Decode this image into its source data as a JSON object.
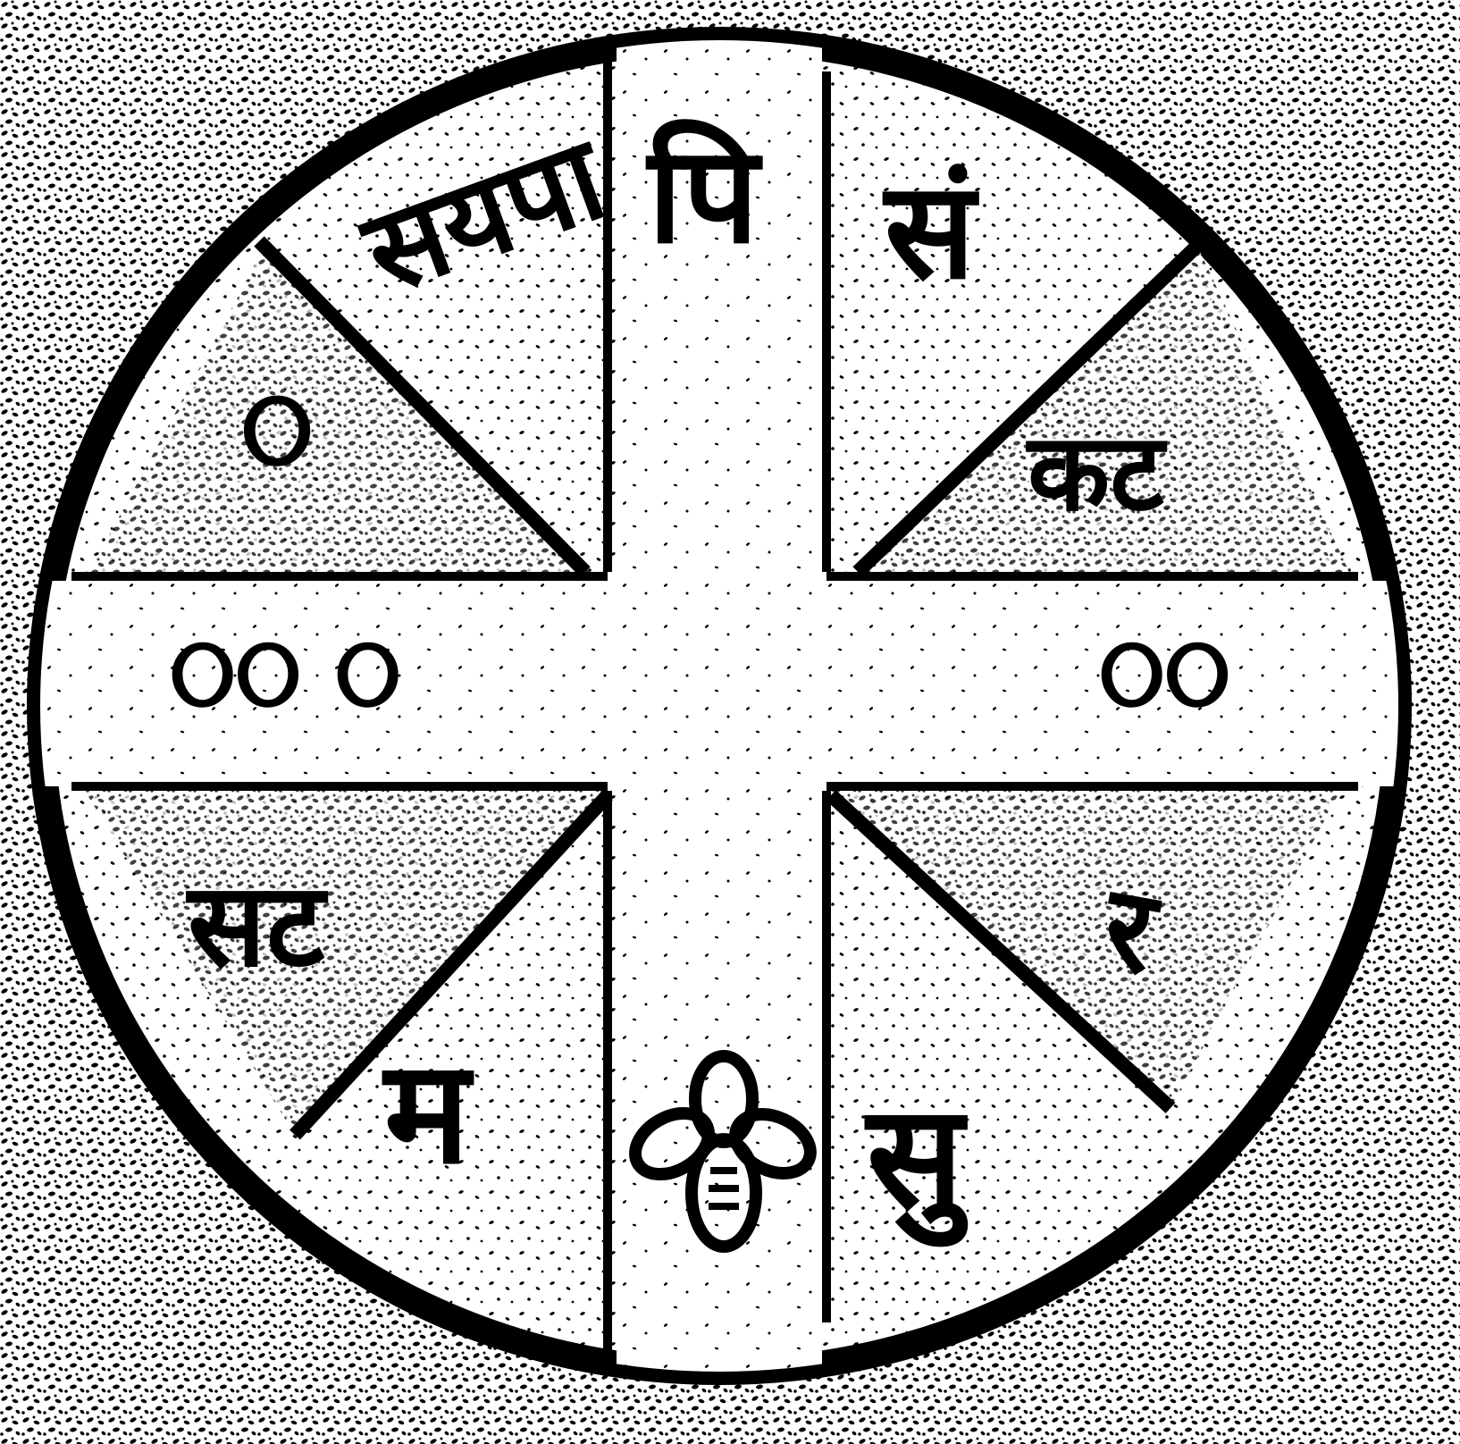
{
  "image": {
    "subject": "coin-rubbing",
    "colors": {
      "ink": "#000000",
      "paper": "#ffffff"
    }
  },
  "legend_glyphs": {
    "top_left_upper": "सयपा",
    "top_left_lower": "ଠ",
    "top_center": "पि",
    "top_right_upper": "सं",
    "top_right_lower": "कट",
    "left_middle": "ଠଠ ଠ",
    "right_middle": "ଠଠ",
    "bottom_left_upper": "सट",
    "bottom_left_lower": "म",
    "bottom_center_symbol": "quatrefoil",
    "bottom_right_upper": "र",
    "bottom_right_lower": "सु"
  }
}
